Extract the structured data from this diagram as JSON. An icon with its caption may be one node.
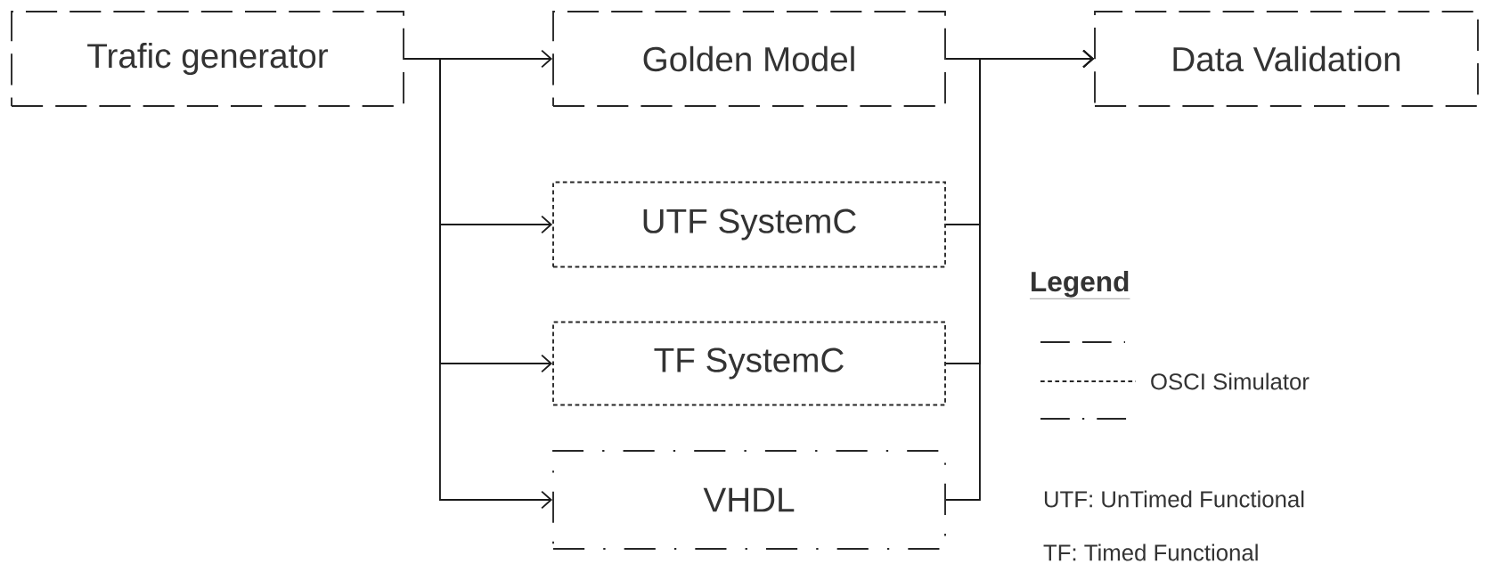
{
  "diagram": {
    "nodes": [
      {
        "text": [
          "Trafic generator"
        ]
      },
      {
        "text": [
          "Golden Model"
        ]
      },
      {
        "text": [
          "UTF SystemC"
        ]
      },
      {
        "text": [
          "TF SystemC"
        ]
      },
      {
        "text": [
          "VHDL"
        ]
      },
      {
        "text": [
          "Data Validation"
        ]
      }
    ],
    "edges": [
      {
        "from": 0,
        "to": 1,
        "arrow": "to"
      },
      {
        "from": 0,
        "to": 2,
        "arrow": "to"
      },
      {
        "from": 0,
        "to": 3,
        "arrow": "to"
      },
      {
        "from": 0,
        "to": 4,
        "arrow": "to"
      },
      {
        "from": 1,
        "to": 5,
        "arrow": "to"
      },
      {
        "from": 2,
        "to": 5,
        "arrow": "to"
      },
      {
        "from": 3,
        "to": 5,
        "arrow": "to"
      },
      {
        "from": 4,
        "to": 5,
        "arrow": "to"
      }
    ],
    "labels": [
      "Legend",
      "UTF: UnTimed Functional",
      "TF:   Timed Functional"
    ],
    "legend": [
      {
        "text": "OSCI Simulator"
      }
    ]
  }
}
